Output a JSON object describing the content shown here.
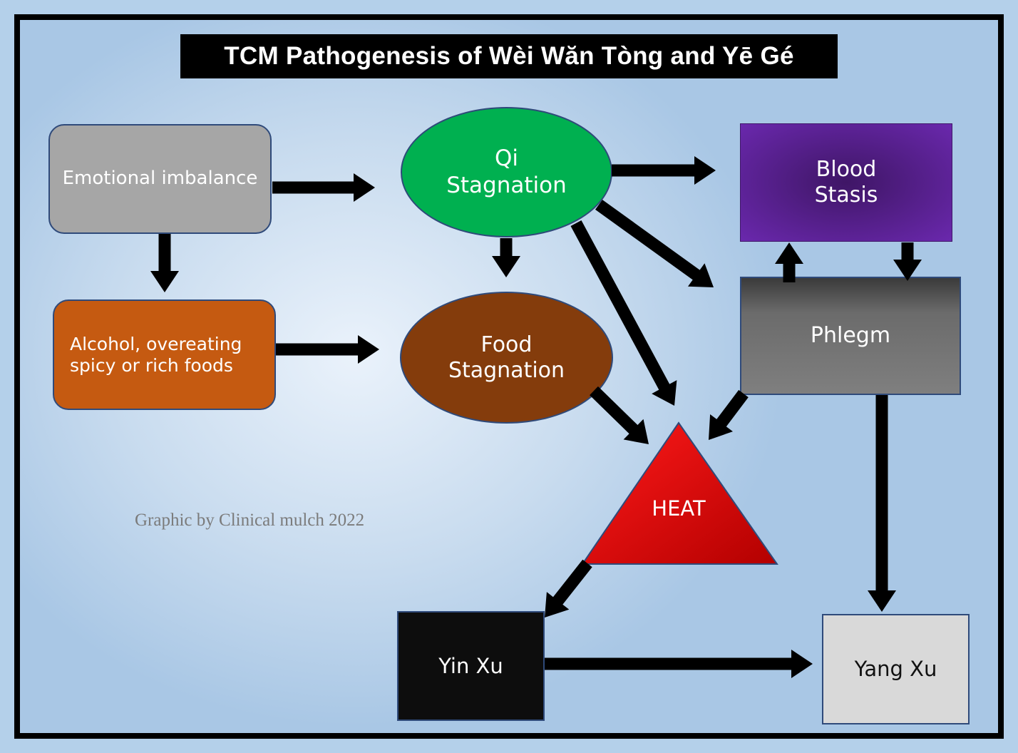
{
  "title": "TCM Pathogenesis of Wèi Wăn Tòng and Yē Gé",
  "nodes": {
    "emotional": "Emotional imbalance",
    "alcohol": "Alcohol, overeating\nspicy or rich foods",
    "qi": "Qi\nStagnation",
    "food": "Food\nStagnation",
    "blood": "Blood\nStasis",
    "phlegm": "Phlegm",
    "heat": "HEAT",
    "yinxu": "Yin Xu",
    "yangxu": "Yang Xu"
  },
  "credit": "Graphic by Clinical mulch 2022",
  "colors": {
    "emotional": "#a6a6a6",
    "alcohol": "#c55a11",
    "qi": "#00b050",
    "food": "#843c0c",
    "blood": "#7030a0",
    "phlegm": "#7f7f7f",
    "heat": "#e00000",
    "yinxu": "#0d0d0d",
    "yangxu": "#d9d9d9",
    "arrow": "#000000"
  },
  "edges": [
    {
      "from": "emotional",
      "to": "qi"
    },
    {
      "from": "emotional",
      "to": "alcohol"
    },
    {
      "from": "alcohol",
      "to": "food"
    },
    {
      "from": "qi",
      "to": "blood"
    },
    {
      "from": "qi",
      "to": "food"
    },
    {
      "from": "qi",
      "to": "phlegm"
    },
    {
      "from": "qi",
      "to": "heat"
    },
    {
      "from": "blood",
      "to": "phlegm"
    },
    {
      "from": "phlegm",
      "to": "blood"
    },
    {
      "from": "phlegm",
      "to": "heat"
    },
    {
      "from": "phlegm",
      "to": "yangxu"
    },
    {
      "from": "food",
      "to": "heat"
    },
    {
      "from": "heat",
      "to": "yinxu"
    },
    {
      "from": "yinxu",
      "to": "yangxu"
    }
  ]
}
